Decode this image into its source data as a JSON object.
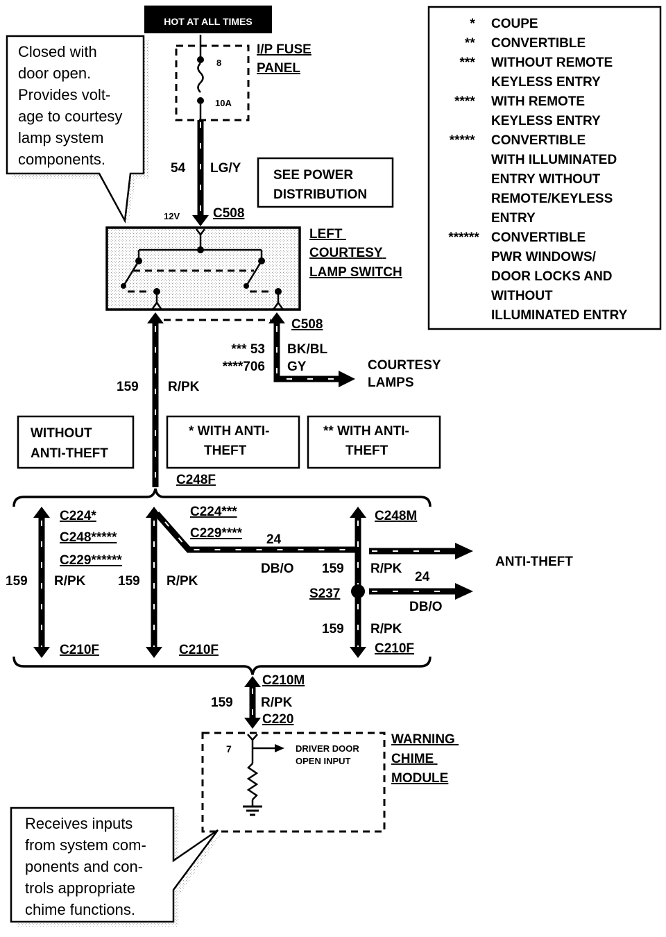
{
  "header": {
    "power_source": "HOT AT ALL TIMES"
  },
  "fuse_panel": {
    "title_line1": "I/P FUSE",
    "title_line2": "PANEL",
    "fuse_number": "8",
    "fuse_rating": "10A"
  },
  "callouts": {
    "door_switch": [
      "Closed with",
      "door open.",
      "Provides volt-",
      "age to courtesy",
      "lamp system",
      "components."
    ],
    "chime_module": [
      "Receives inputs",
      "from system com-",
      "ponents and con-",
      "trols appropriate",
      "chime functions."
    ]
  },
  "see_power_distribution": [
    "SEE POWER",
    "DISTRIBUTION"
  ],
  "legend": [
    {
      "mark": "*",
      "text": [
        "COUPE"
      ]
    },
    {
      "mark": "**",
      "text": [
        "CONVERTIBLE"
      ]
    },
    {
      "mark": "***",
      "text": [
        "WITHOUT REMOTE",
        "KEYLESS ENTRY"
      ]
    },
    {
      "mark": "****",
      "text": [
        "WITH REMOTE",
        "KEYLESS ENTRY"
      ]
    },
    {
      "mark": "*****",
      "text": [
        "CONVERTIBLE",
        "WITH ILLUMINATED",
        "ENTRY WITHOUT",
        "REMOTE/KEYLESS",
        "ENTRY"
      ]
    },
    {
      "mark": "******",
      "text": [
        "CONVERTIBLE",
        "PWR WINDOWS/",
        "DOOR LOCKS AND",
        "WITHOUT",
        "ILLUMINATED ENTRY"
      ]
    }
  ],
  "wires": {
    "w54_circuit": "54",
    "w54_color": "LG/Y",
    "voltage": "12V",
    "c508_top": "C508",
    "c508_side": "C508",
    "w53_circuit": "*** 53",
    "w706_circuit": "****706",
    "bkbl_color": "BK/BL",
    "gy_color": "GY",
    "w159_main_circuit": "159",
    "w159_main_color": "R/PK",
    "c248f": "C248F"
  },
  "switch": {
    "title": [
      "LEFT",
      "COURTESY",
      "LAMP SWITCH"
    ]
  },
  "courtesy_lamps": [
    "COURTESY",
    "LAMPS"
  ],
  "option_boxes": {
    "without_antitheft": [
      "WITHOUT",
      "ANTI-THEFT"
    ],
    "with_antitheft_coupe": [
      "* WITH ANTI-",
      "THEFT"
    ],
    "with_antitheft_conv": [
      "** WITH ANTI-",
      "THEFT"
    ]
  },
  "branch_a": {
    "c224": "C224*",
    "c248": "C248*****",
    "c229": "C229******",
    "circuit": "159",
    "color": "R/PK",
    "c210f": "C210F"
  },
  "branch_b": {
    "c224": "C224***",
    "c229": "C229****",
    "circuit": "159",
    "color": "R/PK",
    "c210f": "C210F",
    "w24_circuit": "24",
    "w24_color": "DB/O"
  },
  "branch_c": {
    "c248m": "C248M",
    "circuit_top": "159",
    "color_top": "R/PK",
    "splice": "S237",
    "w24_circuit": "24",
    "w24_color": "DB/O",
    "circuit_bottom": "159",
    "color_bottom": "R/PK",
    "c210f": "C210F"
  },
  "anti_theft_label": "ANTI-THEFT",
  "lower": {
    "c210m": "C210M",
    "circuit": "159",
    "color": "R/PK",
    "c220": "C220"
  },
  "chime_module": {
    "title": [
      "WARNING",
      "CHIME",
      "MODULE"
    ],
    "pin": "7",
    "input_label": [
      "DRIVER DOOR",
      "OPEN INPUT"
    ]
  }
}
